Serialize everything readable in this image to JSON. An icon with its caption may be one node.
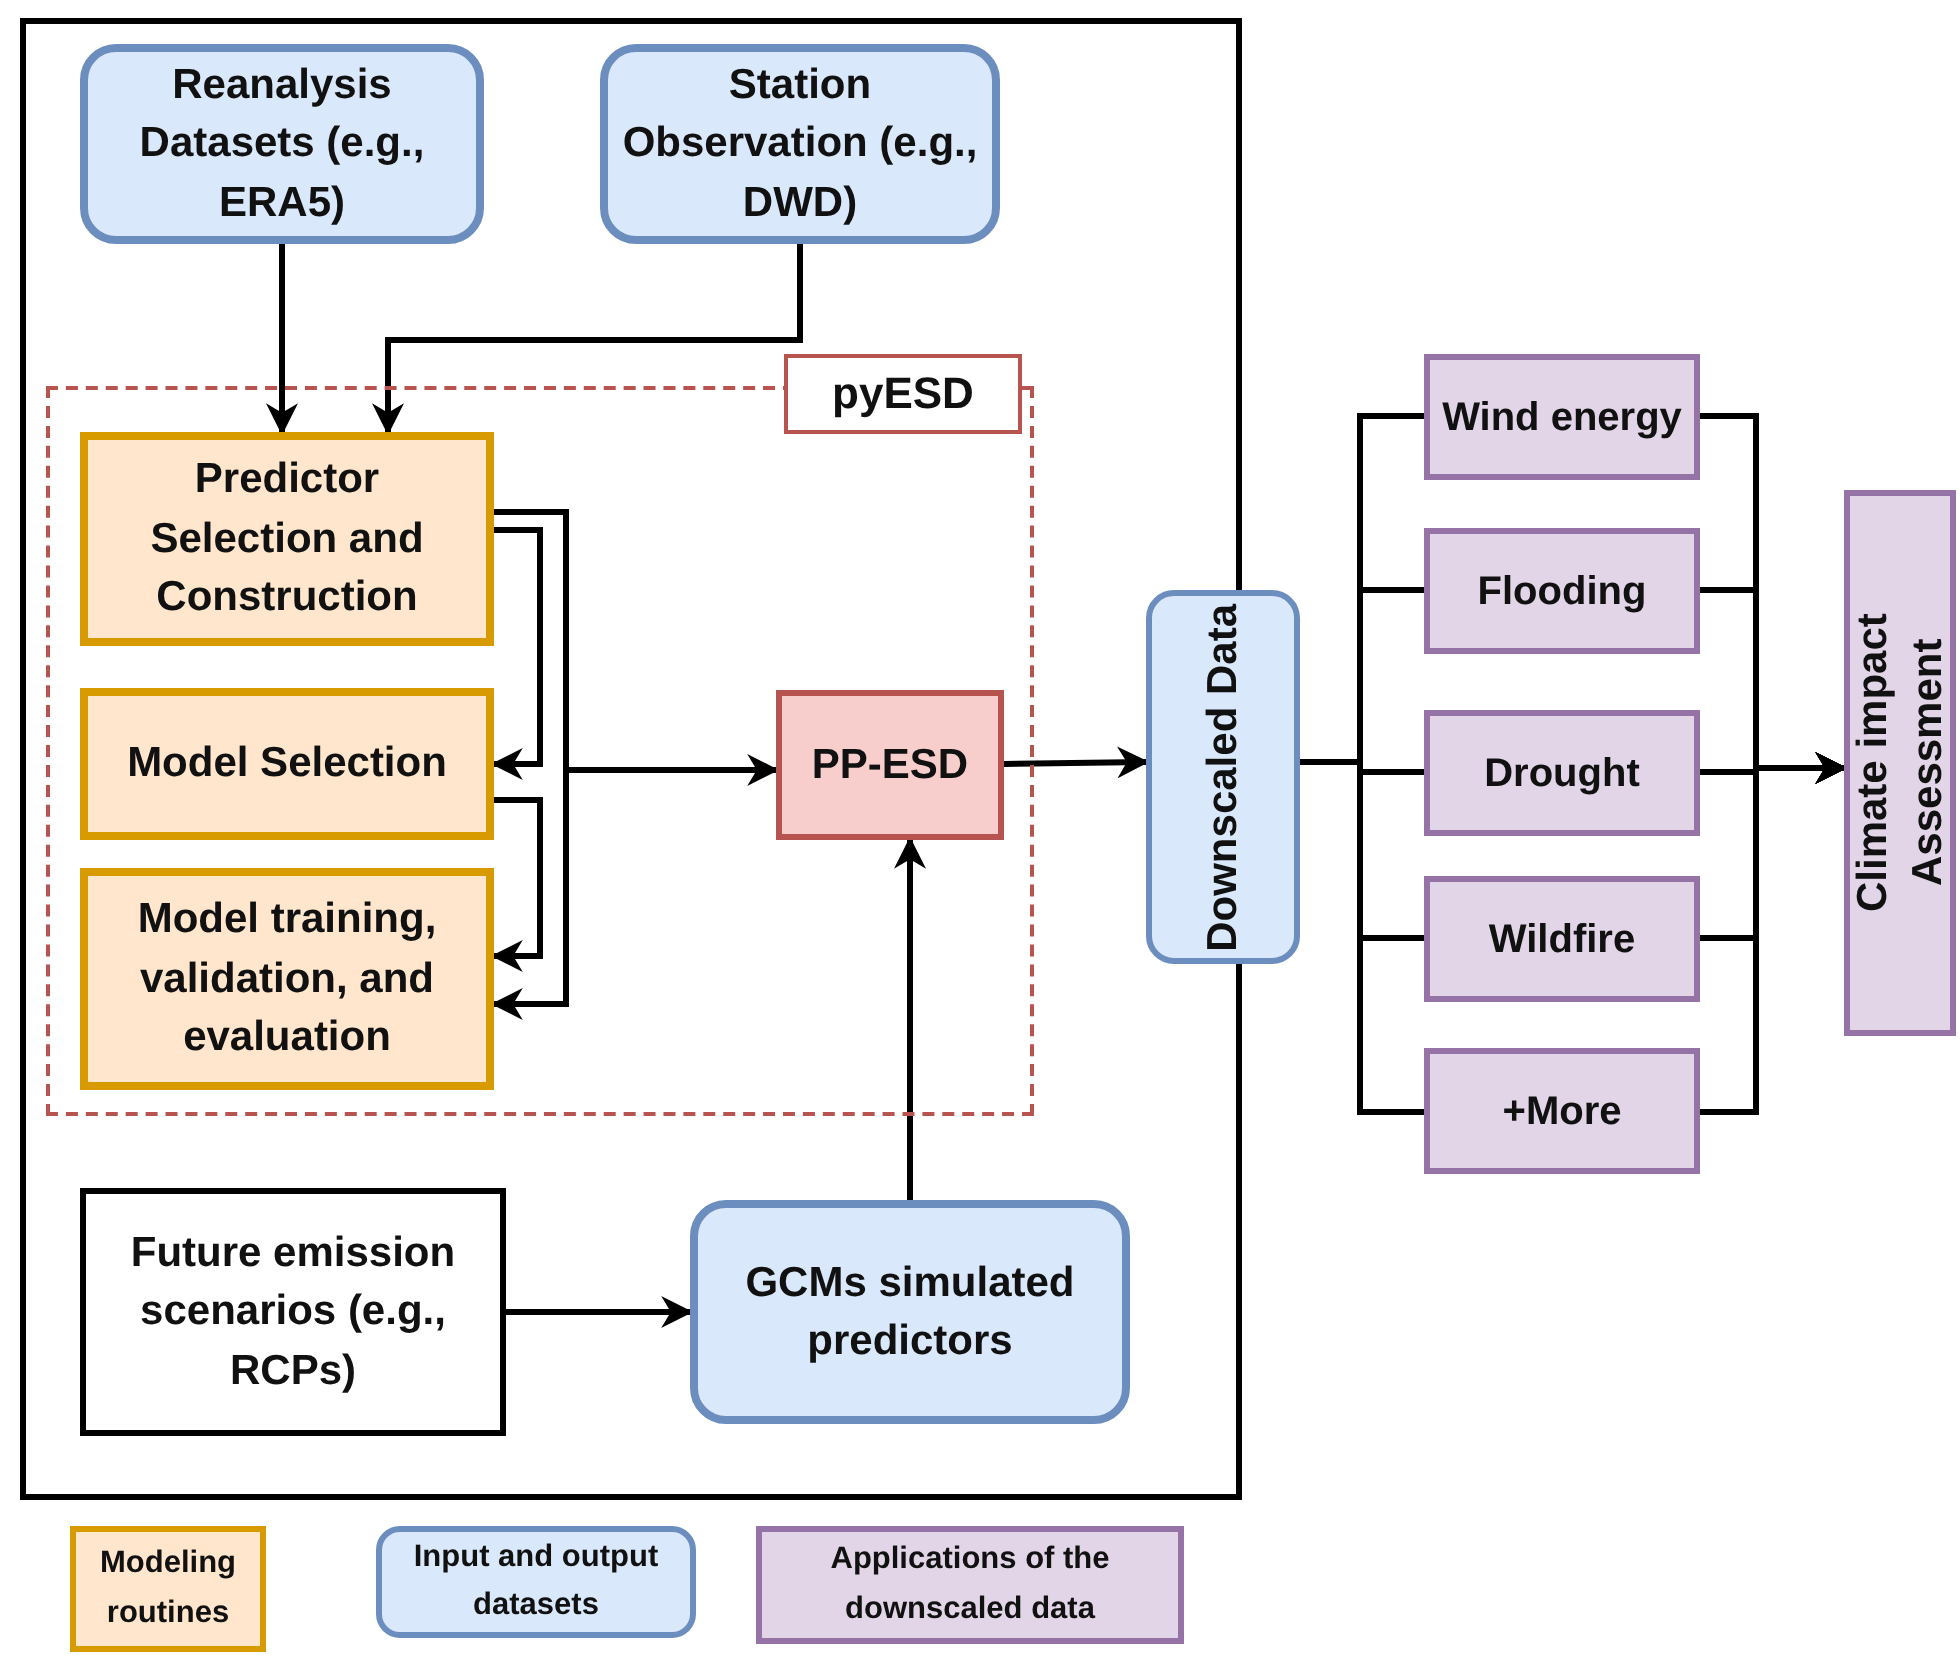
{
  "diagram": {
    "nodes": [
      {
        "text": [],
        "shape": "box"
      },
      {
        "text": [
          "Reanalysis Datasets (e.g., ERA5)"
        ],
        "in": 0
      },
      {
        "text": [
          "Station Observation (e.g., DWD)"
        ],
        "in": 0
      },
      {
        "text": [
          "pyESD"
        ],
        "in": 0
      },
      {
        "text": [
          "Predictor Selection and Construction"
        ],
        "in": 3
      },
      {
        "text": [
          "Model Selection"
        ],
        "in": 3
      },
      {
        "text": [
          "Model training, validation, and evaluation"
        ],
        "in": 3
      },
      {
        "text": [
          "PP-ESD"
        ],
        "in": 3
      },
      {
        "text": [
          "Future emission scenarios (e.g., RCPs)"
        ],
        "in": 0
      },
      {
        "text": [
          "GCMs simulated predictors"
        ],
        "in": 0
      },
      {
        "text": [
          "Downscaled Data"
        ]
      },
      {
        "text": [
          "Wind energy"
        ]
      },
      {
        "text": [
          "Flooding"
        ]
      },
      {
        "text": [
          "Drought"
        ]
      },
      {
        "text": [
          "Wildfire"
        ]
      },
      {
        "text": [
          "+More"
        ]
      },
      {
        "text": [
          "Climate impact Assessment"
        ]
      }
    ],
    "edges": [
      {
        "from": 1,
        "to": 4,
        "arrow": "to"
      },
      {
        "from": 2,
        "to": 4,
        "arrow": "to"
      },
      {
        "from": 4,
        "to": 5,
        "arrow": "to"
      },
      {
        "from": 4,
        "to": 6,
        "arrow": "to"
      },
      {
        "from": 5,
        "to": 6,
        "arrow": "to"
      },
      {
        "from": 4,
        "to": 7,
        "arrow": "to"
      },
      {
        "from": 8,
        "to": 9,
        "arrow": "to"
      },
      {
        "from": 9,
        "to": 7,
        "arrow": "to"
      },
      {
        "from": 7,
        "to": 10,
        "arrow": "to"
      },
      {
        "from": 10,
        "to": 11,
        "arrow": "none"
      },
      {
        "from": 10,
        "to": 12,
        "arrow": "none"
      },
      {
        "from": 10,
        "to": 13,
        "arrow": "none"
      },
      {
        "from": 10,
        "to": 14,
        "arrow": "none"
      },
      {
        "from": 10,
        "to": 15,
        "arrow": "none"
      },
      {
        "from": 11,
        "to": 16,
        "arrow": "to"
      },
      {
        "from": 12,
        "to": 16,
        "arrow": "to"
      },
      {
        "from": 13,
        "to": 16,
        "arrow": "to"
      },
      {
        "from": 14,
        "to": 16,
        "arrow": "to"
      },
      {
        "from": 15,
        "to": 16,
        "arrow": "to"
      }
    ],
    "legend": [
      {
        "text": "Modeling routines",
        "color": "#ffe6cc"
      },
      {
        "text": "Input and output datasets",
        "color": "#dae8fc"
      },
      {
        "text": "Applications of the downscaled data",
        "color": "#e1d5e7"
      }
    ]
  }
}
